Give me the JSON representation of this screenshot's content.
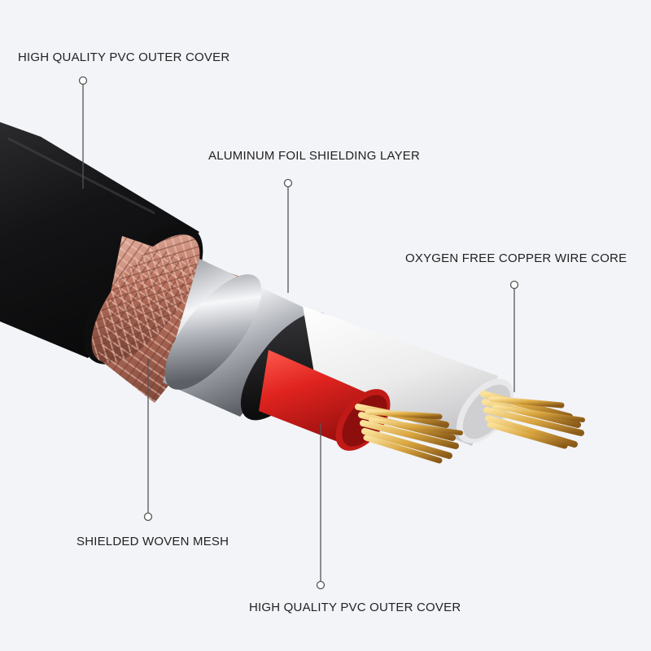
{
  "callouts": [
    {
      "id": "pvc-outer-cover-top",
      "text": "HIGH QUALITY PVC OUTER COVER"
    },
    {
      "id": "aluminum-foil",
      "text": "ALUMINUM FOIL SHIELDING LAYER"
    },
    {
      "id": "copper-core",
      "text": "OXYGEN FREE COPPER WIRE CORE"
    },
    {
      "id": "woven-mesh",
      "text": "SHIELDED WOVEN MESH"
    },
    {
      "id": "pvc-outer-cover-bottom",
      "text": "HIGH QUALITY PVC OUTER COVER"
    }
  ],
  "colors": {
    "background": "#f3f4f8",
    "outer_jacket": "#1c1c1e",
    "braid": "#c98a77",
    "foil": "#b9bcc2",
    "red_insulation": "#d8201e",
    "white_insulation": "#f4f4f4",
    "copper": "#d9a640",
    "leader_line": "#555555"
  }
}
